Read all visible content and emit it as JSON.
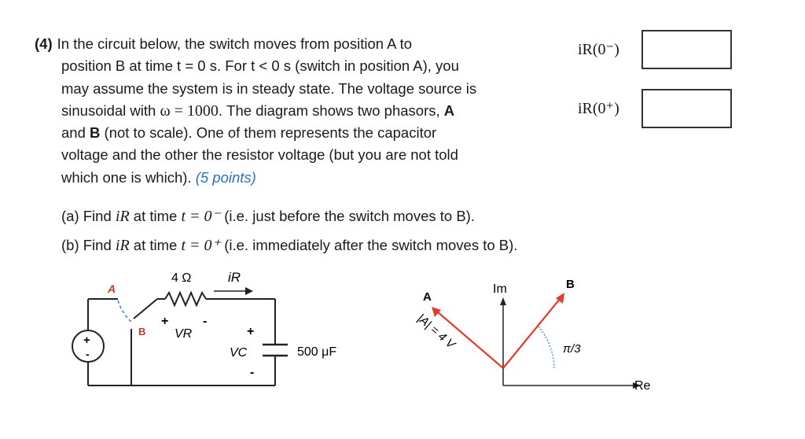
{
  "problem": {
    "number": "(4)",
    "line1": "In the circuit below, the switch moves from position A to",
    "line2": "position B at time t = 0 s. For t < 0 s (switch in position A), you",
    "line3": "may assume the system is in steady state. The voltage source is",
    "line4_pre": "sinusoidal with ",
    "omega_eq": "ω = 1000",
    "line4_post": ". The diagram shows two phasors, ",
    "line4_A": "A",
    "line5_and": "and ",
    "line5_B": "B",
    "line5_rest": " (not to scale). One of them represents the capacitor",
    "line6": "voltage and the other the resistor voltage (but you are not told",
    "line7": "which one is which). ",
    "points": "(5 points)"
  },
  "questions": {
    "a_pre": "(a) Find ",
    "a_var": "iR",
    "a_mid": " at time ",
    "a_eq": "t = 0⁻",
    "a_post": " (i.e. just before the switch moves to B).",
    "b_pre": "(b) Find ",
    "b_var": "iR",
    "b_mid": " at time ",
    "b_eq": "t = 0⁺",
    "b_post": " (i.e. immediately after the switch moves to B)."
  },
  "answers": {
    "label1": "iR(0⁻)",
    "label2": "iR(0⁺)"
  },
  "circuit": {
    "resistor_label": "4 Ω",
    "current_label": "iR",
    "switch_a": "A",
    "switch_b": "B",
    "vr_plus": "+",
    "vr_label": "VR",
    "vr_minus": "-",
    "vc_plus": "+",
    "vc_label": "VC",
    "vc_minus": "-",
    "capacitor_label": "500 μF",
    "source_plus": "+",
    "source_minus": "-",
    "accent_color": "#c0392b"
  },
  "phasor": {
    "im_label": "Im",
    "re_label": "Re",
    "a_label": "A",
    "b_label": "B",
    "a_magnitude": "|A| = 4 V",
    "angle_label": "π/3",
    "phasor_color": "#e33b2e"
  }
}
